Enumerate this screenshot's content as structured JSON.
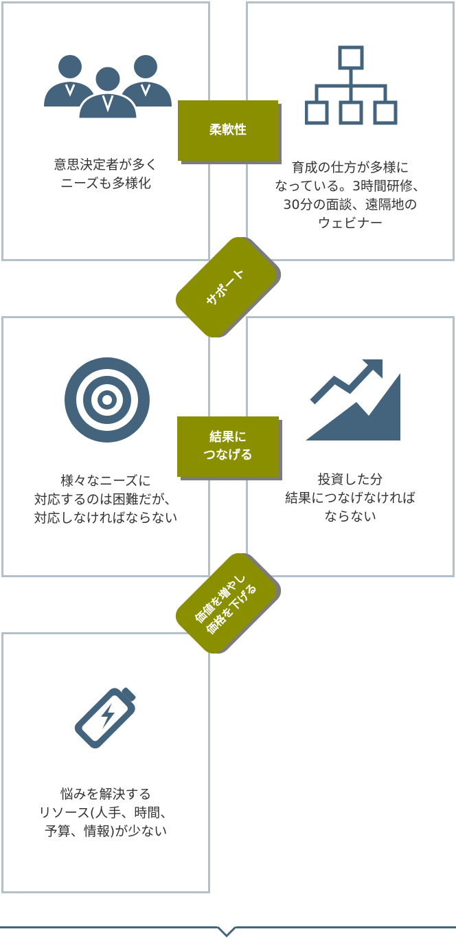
{
  "cards": {
    "decision_makers": {
      "text": "意思決定者が多く\nニーズも多様化"
    },
    "training": {
      "text": "育成の仕方が多様に\nなっている。3時間研修、\n30分の面談、遠隔地の\nウェビナー"
    },
    "needs": {
      "text": "様々なニーズに\n対応するのは困難だが、\n対応しなければならない"
    },
    "investment": {
      "text": "投資した分\n結果につなげなければ\nならない"
    },
    "resources": {
      "text": "悩みを解決する\nリソース(人手、時間、\n予算、情報)が少ない"
    }
  },
  "badges": {
    "flexibility": "柔軟性",
    "support": "サポート",
    "connect": "結果に\nつなげる",
    "value": "価値を増やし\n価格を下げる"
  },
  "icons": {
    "people": "people-group-icon",
    "org": "org-chart-icon",
    "target": "target-icon",
    "growth": "growth-chart-icon",
    "battery": "battery-icon"
  },
  "colors": {
    "icon": "#44647e",
    "badge": "#8a8f00",
    "border": "#b4c0c7",
    "shadow": "#7b7b7b"
  }
}
